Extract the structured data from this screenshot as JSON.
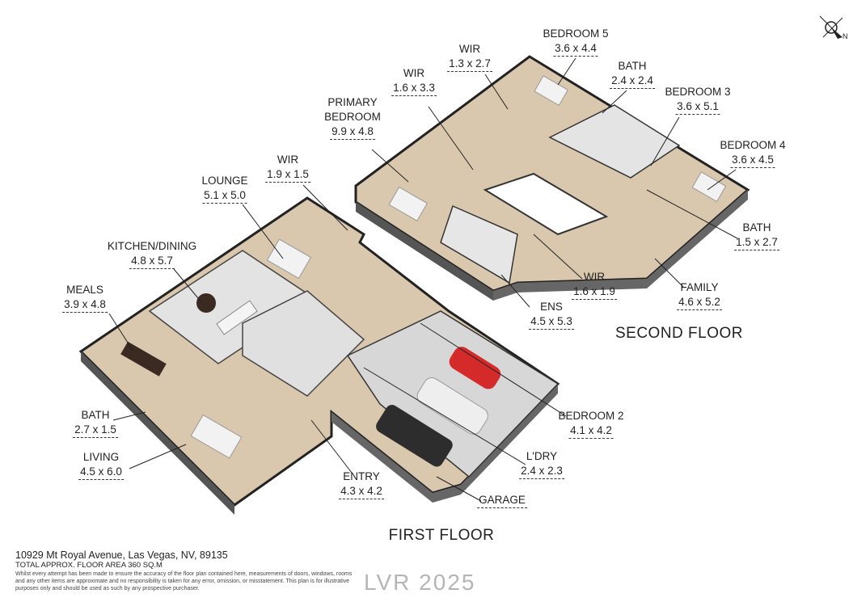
{
  "rooms": [
    {
      "name": "WIR",
      "dim": "1.3 x 2.7"
    },
    {
      "name": "BEDROOM 5",
      "dim": "3.6 x 4.4"
    },
    {
      "name": "BATH",
      "dim": "2.4 x 2.4"
    },
    {
      "name": "WIR",
      "dim": "1.6 x 3.3"
    },
    {
      "name": "BEDROOM 3",
      "dim": "3.6 x 5.1"
    },
    {
      "name": "PRIMARY\nBEDROOM",
      "dim": "9.9 x 4.8"
    },
    {
      "name": "BEDROOM 4",
      "dim": "3.6 x 4.5"
    },
    {
      "name": "WIR",
      "dim": "1.9 x 1.5"
    },
    {
      "name": "LOUNGE",
      "dim": "5.1 x 5.0"
    },
    {
      "name": "BATH",
      "dim": "1.5 x 2.7"
    },
    {
      "name": "KITCHEN/DINING",
      "dim": "4.8 x 5.7"
    },
    {
      "name": "MEALS",
      "dim": "3.9 x 4.8"
    },
    {
      "name": "WIR",
      "dim": "1.6 x 1.9"
    },
    {
      "name": "FAMILY",
      "dim": "4.6 x 5.2"
    },
    {
      "name": "ENS",
      "dim": "4.5 x 5.3"
    },
    {
      "name": "BEDROOM 2",
      "dim": "4.1 x 4.2"
    },
    {
      "name": "BATH",
      "dim": "2.7 x 1.5"
    },
    {
      "name": "LIVING",
      "dim": "4.5 x 6.0"
    },
    {
      "name": "L'DRY",
      "dim": "2.4 x 2.3"
    },
    {
      "name": "ENTRY",
      "dim": "4.3 x 4.2"
    },
    {
      "name": "GARAGE",
      "dim": ""
    }
  ],
  "floors": {
    "second": "SECOND FLOOR",
    "first": "FIRST FLOOR"
  },
  "compass": {
    "label": "N"
  },
  "footer": {
    "address": "10929 Mt Royal Avenue, Las Vegas, NV, 89135",
    "area": "TOTAL APPROX. FLOOR AREA 360 SQ.M",
    "disclaimer": "Whilst every attempt has been made to ensure the accuracy of the floor plan contained here, measurements of doors, windows, rooms and any other items are approximate and no responsibility is taken for any error, omission, or misstatement. This plan is for illustrative purposes only and should be used as such by any prospective purchaser."
  },
  "watermark": "LVR 2025"
}
